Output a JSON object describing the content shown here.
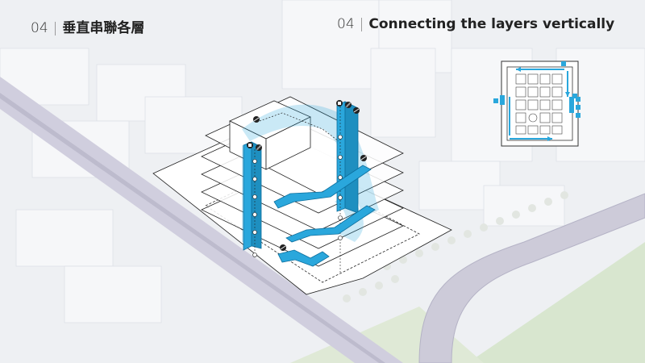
{
  "header": {
    "zh": {
      "number": "04",
      "separator": "|",
      "title": "垂直串聯各層"
    },
    "en": {
      "number": "04",
      "separator": "|",
      "title": "Connecting the layers vertically"
    }
  },
  "colors": {
    "accent": "#2aa7dc",
    "accent_dark": "#0d6f9e",
    "map_background": "#eef0f3",
    "road": "#c9c7d6",
    "grass": "#d8e6cf",
    "ink": "#222222"
  },
  "icons": [
    "elevator-icon",
    "stair-icon",
    "escalator-icon"
  ]
}
